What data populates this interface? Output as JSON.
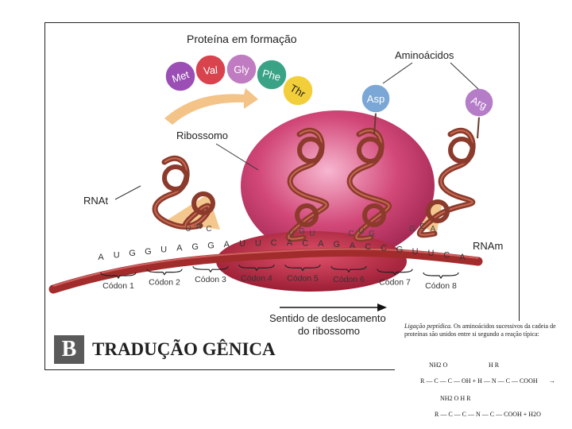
{
  "diagram": {
    "title": "Proteína em formação",
    "amino_acids_label": "Aminoácidos",
    "ribosome_label": "Ribossomo",
    "trna_label": "RNAt",
    "mrna_label": "RNAm",
    "direction_label_line1": "Sentido de deslocamento",
    "direction_label_line2": "do ribossomo",
    "chain": [
      "Met",
      "Val",
      "Gly",
      "Phe",
      "Thr"
    ],
    "chain_colors": [
      "#9b4fb5",
      "#d8434e",
      "#c07cc0",
      "#3aa386",
      "#f2cf3a"
    ],
    "free_amino_acids": [
      "Asp",
      "Arg"
    ],
    "free_amino_colors": [
      "#7aa7d6",
      "#b57cc8"
    ],
    "mrna_bases": [
      "A",
      "U",
      "G",
      "G",
      "U",
      "A",
      "G",
      "G",
      "A",
      "U",
      "U",
      "C",
      "A",
      "C",
      "A",
      "G",
      "A",
      "C",
      "C",
      "G",
      "U",
      "U",
      "C",
      "A"
    ],
    "anticodons": [
      [
        "U",
        "A",
        "C"
      ],
      [
        "U",
        "G",
        "U"
      ],
      [
        "C",
        "U",
        "G"
      ],
      [
        "G",
        "C",
        "A"
      ]
    ],
    "codons": [
      "Códon 1",
      "Códon 2",
      "Códon 3",
      "Códon 4",
      "Códon 5",
      "Códon 6",
      "Códon 7",
      "Códon 8"
    ]
  },
  "banner": {
    "letter": "B",
    "title": "TRADUÇÃO GÊNICA"
  },
  "note": {
    "lead": "Ligação peptídica.",
    "text": "Os aminoácidos sucessivos da cadeia de proteínas são unidos entre si segundo a reação típica:",
    "reaction": {
      "r1_groups": "NH2 O",
      "r1_chain": "R — C — C — OH + H — N — C — COOH",
      "r1_top": "H  R",
      "arrow": "→",
      "r2_groups": "NH2 O  H  R",
      "r2_chain": "R — C — C — N — C — COOH + H2O"
    }
  },
  "colors": {
    "ribosome": "#d24878",
    "trna": "#8b3a2c",
    "mrna": "#a22c2c",
    "arrow": "#f0b46a"
  }
}
